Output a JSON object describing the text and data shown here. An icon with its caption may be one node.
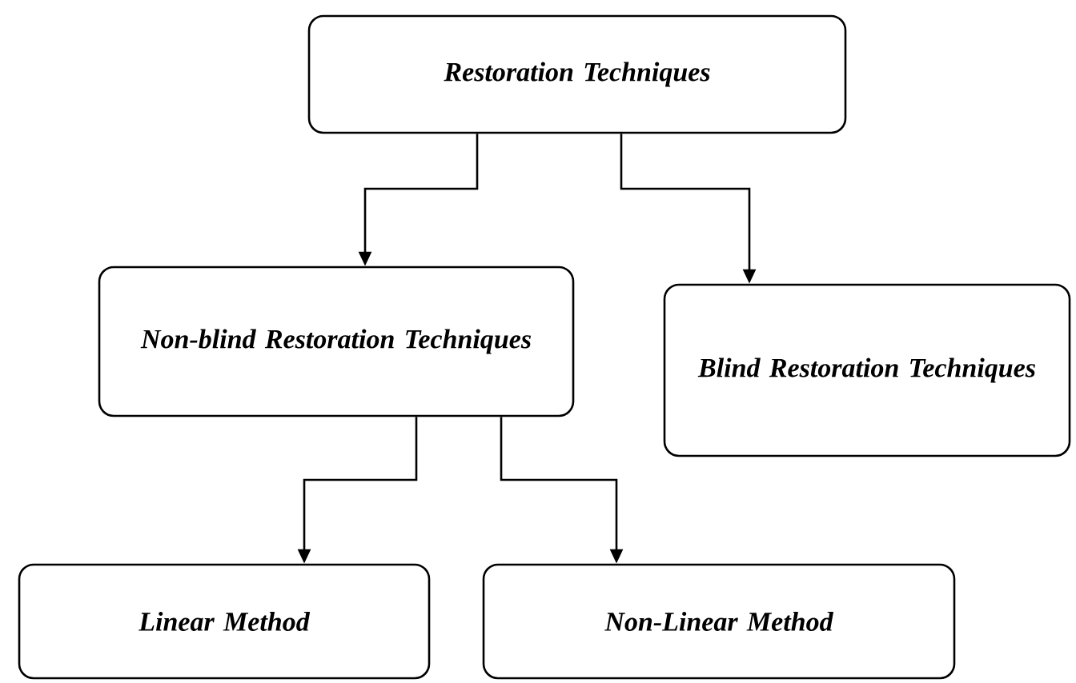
{
  "diagram": {
    "nodes": [
      {
        "text": [
          "Restoration Techniques"
        ]
      },
      {
        "text": [
          "Non-blind Restoration Techniques"
        ]
      },
      {
        "text": [
          "Blind Restoration Techniques"
        ]
      },
      {
        "text": [
          "Linear Method"
        ]
      },
      {
        "text": [
          "Non-Linear Method"
        ]
      }
    ],
    "edges": [
      {
        "from": 0,
        "to": 1,
        "arrow": "to"
      },
      {
        "from": 0,
        "to": 2,
        "arrow": "to"
      },
      {
        "from": 1,
        "to": 3,
        "arrow": "to"
      },
      {
        "from": 1,
        "to": 4,
        "arrow": "to"
      }
    ]
  }
}
